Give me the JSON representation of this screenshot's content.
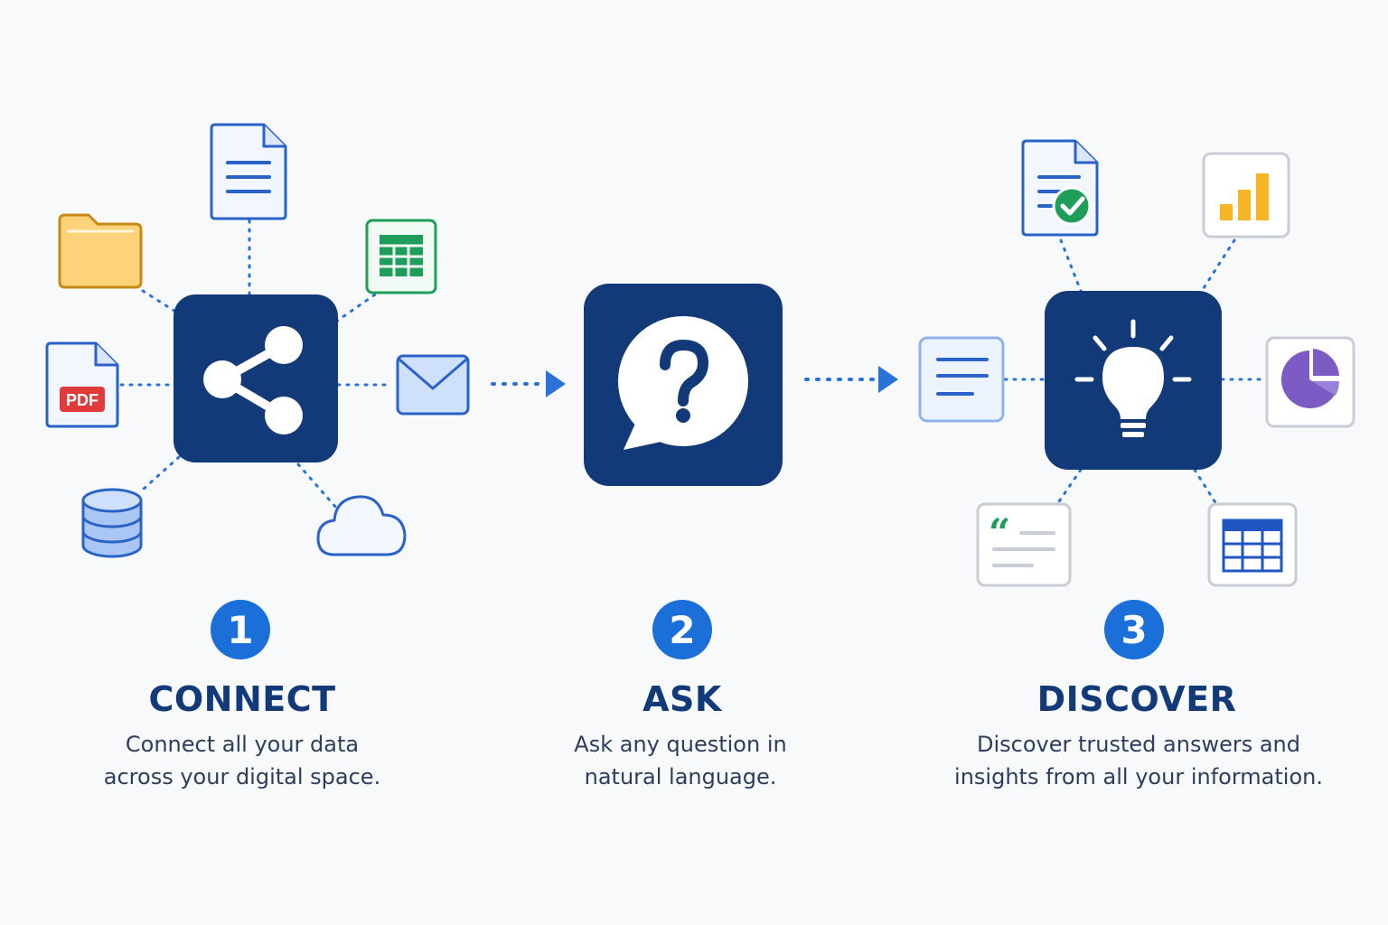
{
  "steps": [
    {
      "number": "1",
      "title": "CONNECT",
      "description_lines": [
        "Connect all your data",
        "across your digital space."
      ],
      "hub_icon": "share-icon",
      "satellite_icons": [
        "document-icon",
        "folder-icon",
        "spreadsheet-icon",
        "pdf-file-icon",
        "email-icon",
        "database-icon",
        "cloud-icon"
      ]
    },
    {
      "number": "2",
      "title": "ASK",
      "description_lines": [
        "Ask any question in",
        "natural language."
      ],
      "hub_icon": "question-bubble-icon",
      "satellite_icons": []
    },
    {
      "number": "3",
      "title": "DISCOVER",
      "description_lines": [
        "Discover trusted answers and",
        "insights from all your information."
      ],
      "hub_icon": "lightbulb-icon",
      "satellite_icons": [
        "verified-document-icon",
        "bar-chart-icon",
        "text-lines-icon",
        "pie-chart-icon",
        "quote-card-icon",
        "table-icon"
      ]
    }
  ],
  "pdf_label": "PDF",
  "colors": {
    "hub": "#133a78",
    "accent": "#1a6fd8",
    "connector": "#2a72d8",
    "text_title": "#133a78",
    "text_body": "#2c3e5c",
    "folder": "#fcd27a",
    "green": "#1e9e5a",
    "yellow": "#f5b524",
    "purple": "#7c5cc4",
    "pdf_red": "#e03a3a"
  }
}
